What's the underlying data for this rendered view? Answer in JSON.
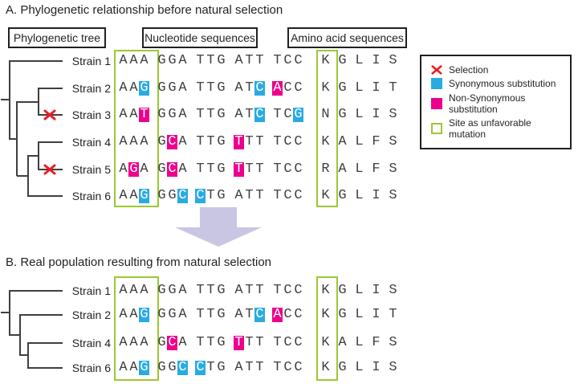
{
  "title_a": "A. Phylogenetic relationship before natural selection",
  "title_b": "B. Real population resulting from natural selection",
  "column_headers": {
    "tree": "Phylogenetic tree",
    "nucleotide": "Nucleotide sequences",
    "amino": "Amino acid sequences"
  },
  "legend": {
    "items": [
      {
        "icon": "selection-x-icon",
        "label": "Selection"
      },
      {
        "icon": "synonymous-swatch",
        "label": "Synonymous substitution"
      },
      {
        "icon": "non-synonymous-swatch",
        "label": "Non-Synonymous substitution"
      },
      {
        "icon": "unfavorable-site-swatch",
        "label": "Site as unfavorable mutation"
      }
    ]
  },
  "colors": {
    "synonymous": "#29abe2",
    "non_synonymous": "#ec008c",
    "site_box": "#9bc832",
    "selection": "#ed1c24",
    "arrow": "#c9c6e3",
    "tree": "#3f3f3f",
    "text": "#231f20",
    "sequence": "#3f3f3f"
  },
  "panel_a": {
    "strains": [
      {
        "name": "Strain 1",
        "selection": false,
        "codons": [
          "AAA",
          "GGA",
          "TTG",
          "ATT",
          "TCC"
        ],
        "highlights": [],
        "amino": "KGLIS"
      },
      {
        "name": "Strain 2",
        "selection": false,
        "codons": [
          "AAG",
          "GGA",
          "TTG",
          "ATC",
          "ACC"
        ],
        "highlights": [
          {
            "c": 0,
            "p": 2,
            "t": "syn"
          },
          {
            "c": 3,
            "p": 2,
            "t": "syn"
          },
          {
            "c": 4,
            "p": 0,
            "t": "non"
          }
        ],
        "amino": "KGLIT"
      },
      {
        "name": "Strain 3",
        "selection": true,
        "codons": [
          "AAT",
          "GGA",
          "TTG",
          "ATC",
          "TCG"
        ],
        "highlights": [
          {
            "c": 0,
            "p": 2,
            "t": "non"
          },
          {
            "c": 3,
            "p": 2,
            "t": "syn"
          },
          {
            "c": 4,
            "p": 2,
            "t": "syn"
          }
        ],
        "amino": "NGLIS"
      },
      {
        "name": "Strain 4",
        "selection": false,
        "codons": [
          "AAA",
          "GCA",
          "TTG",
          "TTT",
          "TCC"
        ],
        "highlights": [
          {
            "c": 1,
            "p": 1,
            "t": "non"
          },
          {
            "c": 3,
            "p": 0,
            "t": "non"
          }
        ],
        "amino": "KALFS"
      },
      {
        "name": "Strain 5",
        "selection": true,
        "codons": [
          "AGA",
          "GCA",
          "TTG",
          "TTT",
          "TCC"
        ],
        "highlights": [
          {
            "c": 0,
            "p": 1,
            "t": "non"
          },
          {
            "c": 1,
            "p": 1,
            "t": "non"
          },
          {
            "c": 3,
            "p": 0,
            "t": "non"
          }
        ],
        "amino": "RALFS"
      },
      {
        "name": "Strain 6",
        "selection": false,
        "codons": [
          "AAG",
          "GGC",
          "CTG",
          "ATT",
          "TCC"
        ],
        "highlights": [
          {
            "c": 0,
            "p": 2,
            "t": "syn"
          },
          {
            "c": 1,
            "p": 2,
            "t": "syn"
          },
          {
            "c": 2,
            "p": 0,
            "t": "syn"
          }
        ],
        "amino": "KGLIS"
      }
    ]
  },
  "panel_b": {
    "strains": [
      {
        "name": "Strain 1",
        "selection": false,
        "codons": [
          "AAA",
          "GGA",
          "TTG",
          "ATT",
          "TCC"
        ],
        "highlights": [],
        "amino": "KGLIS"
      },
      {
        "name": "Strain 2",
        "selection": false,
        "codons": [
          "AAG",
          "GGA",
          "TTG",
          "ATC",
          "ACC"
        ],
        "highlights": [
          {
            "c": 0,
            "p": 2,
            "t": "syn"
          },
          {
            "c": 3,
            "p": 2,
            "t": "syn"
          },
          {
            "c": 4,
            "p": 0,
            "t": "non"
          }
        ],
        "amino": "KGLIT"
      },
      {
        "name": "Strain 4",
        "selection": false,
        "codons": [
          "AAA",
          "GCA",
          "TTG",
          "TTT",
          "TCC"
        ],
        "highlights": [
          {
            "c": 1,
            "p": 1,
            "t": "non"
          },
          {
            "c": 3,
            "p": 0,
            "t": "non"
          }
        ],
        "amino": "KALFS"
      },
      {
        "name": "Strain 6",
        "selection": false,
        "codons": [
          "AAG",
          "GGC",
          "CTG",
          "ATT",
          "TCC"
        ],
        "highlights": [
          {
            "c": 0,
            "p": 2,
            "t": "syn"
          },
          {
            "c": 1,
            "p": 2,
            "t": "syn"
          },
          {
            "c": 2,
            "p": 0,
            "t": "syn"
          }
        ],
        "amino": "KGLIS"
      }
    ]
  }
}
